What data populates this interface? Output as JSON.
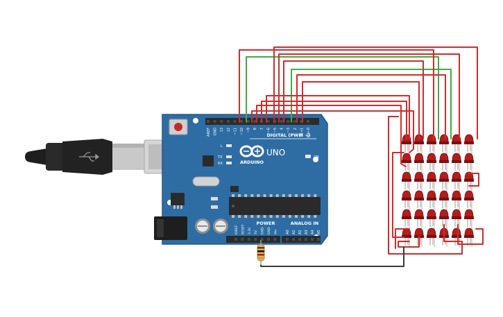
{
  "board": {
    "name_text": "ARDUINO",
    "model_text": "UNO",
    "digital_header_label": "DIGITAL (PWM ~)",
    "power_label": "POWER",
    "analog_label": "ANALOG IN",
    "on_label": "ON",
    "l_label": "L",
    "tx_label": "TX",
    "rx_label": "RX",
    "digital_pins": [
      "AREF",
      "GND",
      "13",
      "12",
      "~11",
      "~10",
      "~9",
      "8",
      "7",
      "~6",
      "~5",
      "4",
      "~3",
      "2",
      "TX→1",
      "RX←0"
    ],
    "power_pins": [
      "IOREF",
      "RESET",
      "3.3V",
      "5V",
      "GND",
      "GND",
      "Vin"
    ],
    "analog_pins": [
      "A0",
      "A1",
      "A2",
      "A3",
      "A4",
      "A5"
    ]
  },
  "colors": {
    "board": "#2e6da4",
    "board_dark": "#245a8a",
    "wire_red": "#d42a2a",
    "wire_green": "#3fae3f",
    "wire_dark": "#3a3a3a",
    "led": "#b51d1d",
    "led_dark": "#7d1010",
    "header": "#2b2b2b"
  },
  "led_matrix": {
    "rows": 6,
    "cols": 6
  }
}
